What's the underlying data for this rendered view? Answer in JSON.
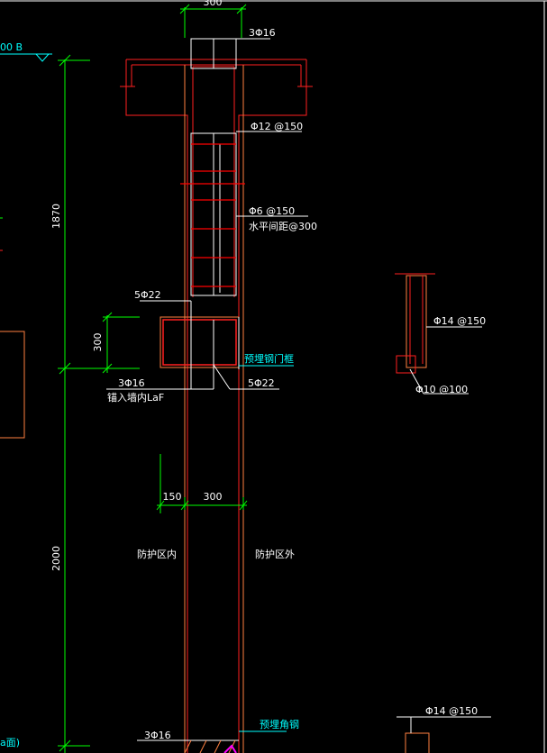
{
  "colors": {
    "background": "#000000",
    "wall": "#ff8040",
    "rebar": "#ff2020",
    "stirrup": "#ff0000",
    "dimension": "#00ff00",
    "leader": "#ffffff",
    "cyan_text": "#00ffff",
    "magenta_mark": "#ff00ff"
  },
  "drawing": {
    "level_tag": "00 B",
    "dims": {
      "top_width": "300",
      "height_upper": "1870",
      "niche_height": "300",
      "height_lower": "2000",
      "offset_left": "150",
      "wall_thickness": "300"
    },
    "labels": {
      "top_rebar": "3Φ16",
      "stirrup_top": "Φ12 @150",
      "dist_bar": "Φ6 @150",
      "dist_bar_note": "水平间距@300",
      "niche_top_bar": "5Φ22",
      "frame_note": "预埋钢门框",
      "niche_bottom_bar": "5Φ22",
      "anchor_bar": "3Φ16",
      "anchor_note": "锚入墙内LaF",
      "zone_inside": "防护区内",
      "zone_outside": "防护区外",
      "bottom_bar": "3Φ16",
      "bottom_note": "预埋角钢",
      "section_bar": "Φ14 @150",
      "section_stirrup": "Φ10 @100",
      "section2_bar": "Φ14 @150",
      "edge_note": "a面)"
    }
  }
}
